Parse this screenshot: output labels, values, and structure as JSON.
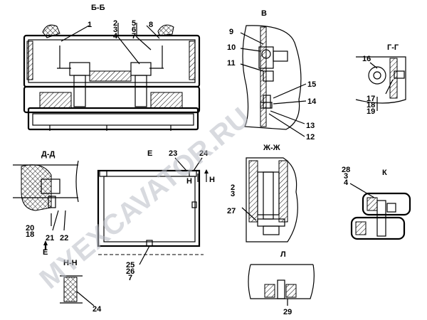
{
  "watermark": "MYEXCAVATOR.RU",
  "sections": {
    "bb": "Б-Б",
    "v": "В",
    "gg": "Г-Г",
    "dd": "Д-Д",
    "e": "Е",
    "zhzh": "Ж-Ж",
    "k": "К",
    "l": "Л",
    "nn": "Н-Н"
  },
  "markers": {
    "e_arrow": "Е",
    "h_left": "Н",
    "h_right": "Н"
  },
  "callouts": {
    "bb_1": "1",
    "bb_2": "2",
    "bb_3": "3",
    "bb_4": "4",
    "bb_5": "5",
    "bb_6": "6",
    "bb_7": "7",
    "bb_8": "8",
    "v_9": "9",
    "v_10": "10",
    "v_11": "11",
    "v_15": "15",
    "v_14": "14",
    "v_13": "13",
    "v_12": "12",
    "gg_16": "16",
    "gg_17": "17",
    "gg_18": "18",
    "gg_19": "19",
    "dd_20": "20",
    "dd_18": "18",
    "dd_21": "21",
    "dd_22": "22",
    "e_23": "23",
    "e_24": "24",
    "e_25": "25",
    "e_26": "26",
    "e_7": "7",
    "zh_2": "2",
    "zh_3": "3",
    "zh_27": "27",
    "k_28": "28",
    "k_3": "3",
    "k_4": "4",
    "l_29": "29",
    "nn_24": "24"
  }
}
